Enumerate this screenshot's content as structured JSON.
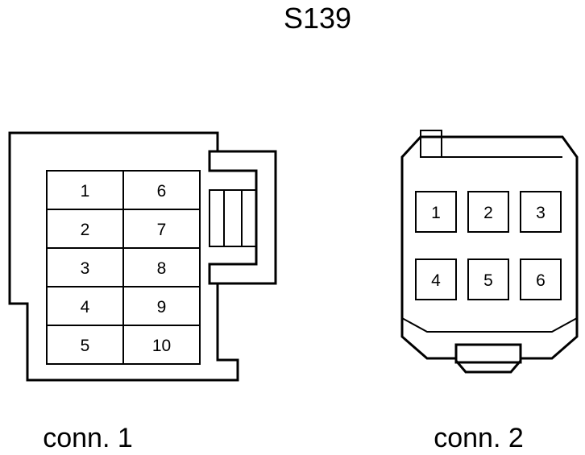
{
  "title": "S139",
  "connector_1": {
    "label": "conn. 1",
    "pins_left": [
      "1",
      "2",
      "3",
      "4",
      "5"
    ],
    "pins_right": [
      "6",
      "7",
      "8",
      "9",
      "10"
    ]
  },
  "connector_2": {
    "label": "conn. 2",
    "pins_top": [
      "1",
      "2",
      "3"
    ],
    "pins_bottom": [
      "4",
      "5",
      "6"
    ]
  },
  "colors": {
    "stroke": "#000000",
    "background": "#ffffff"
  }
}
